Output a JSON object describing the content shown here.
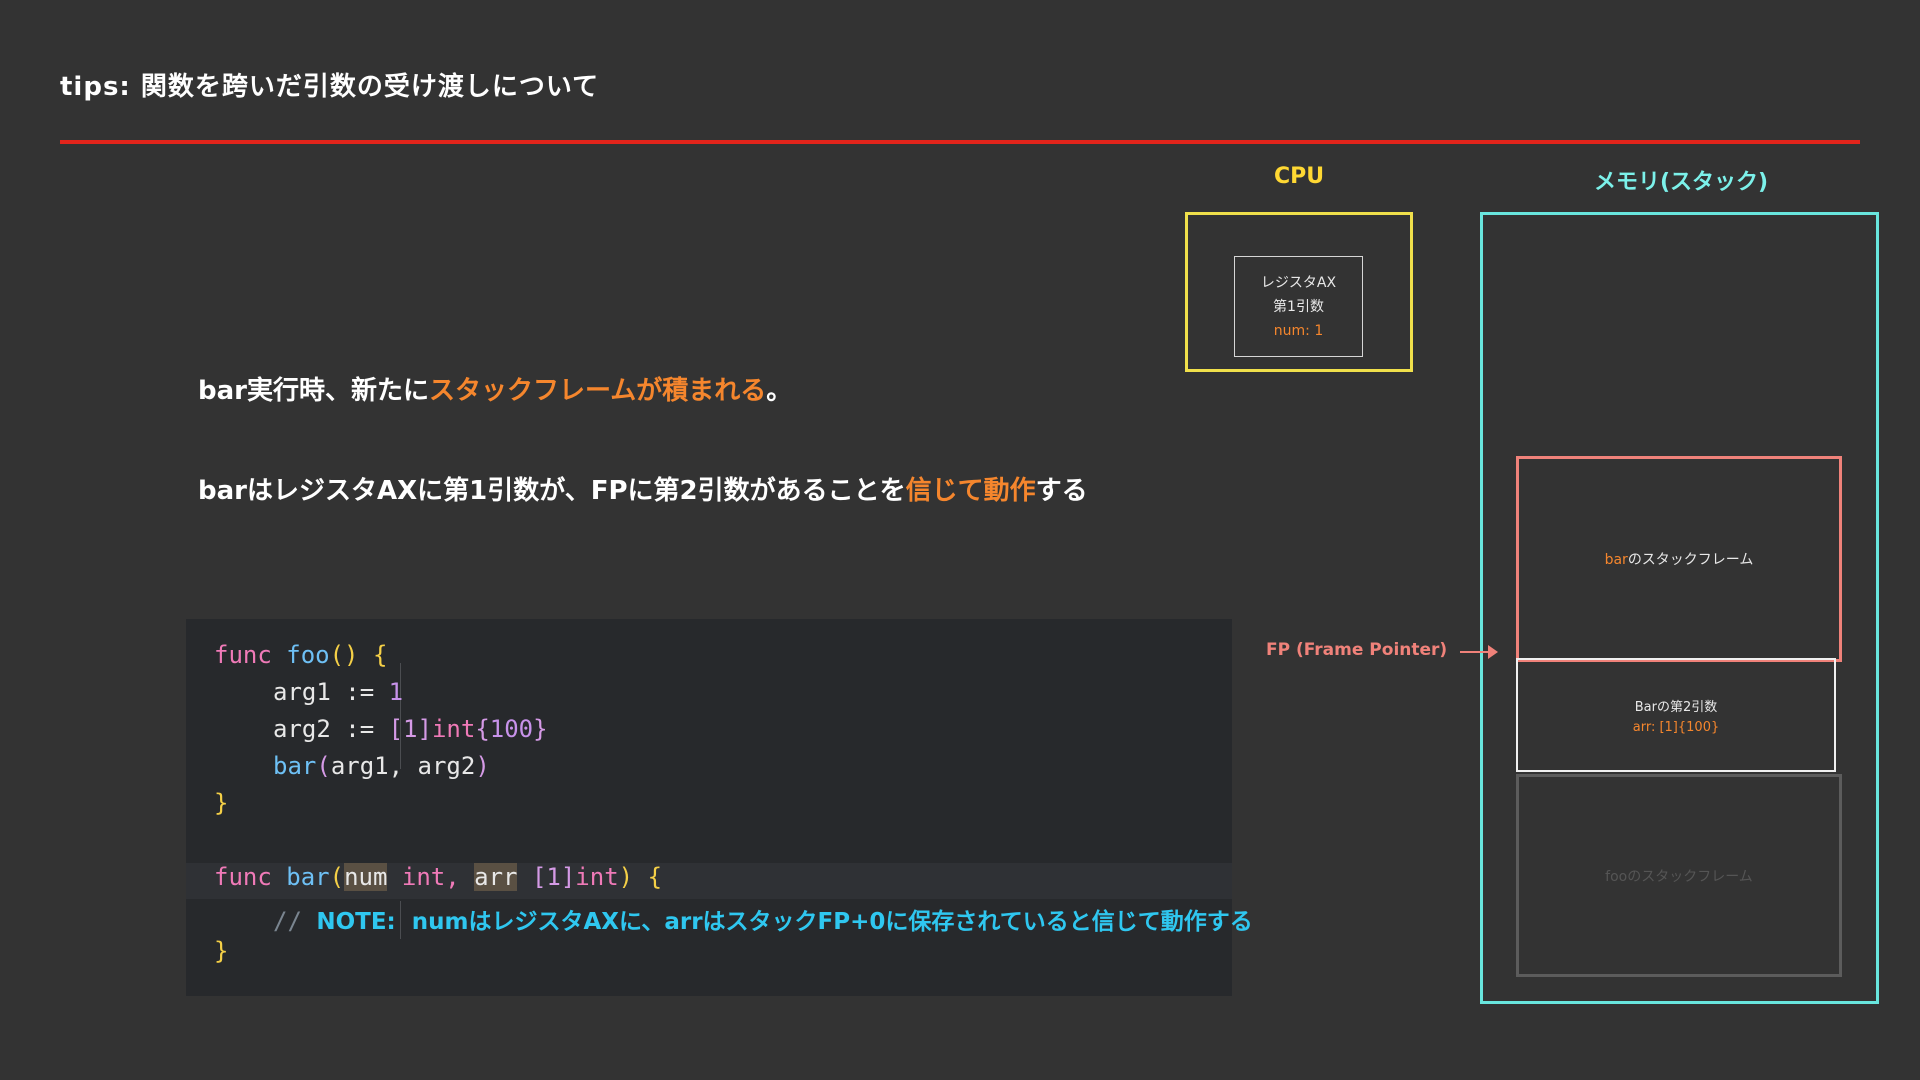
{
  "title": "tips: 関数を跨いだ引数の受け渡しについて",
  "labels": {
    "cpu": "CPU",
    "memory": "メモリ(スタック)"
  },
  "register": {
    "name": "レジスタAX",
    "desc": "第1引数",
    "value": "num: 1"
  },
  "statement1": {
    "prefix": "bar実行時、新たに",
    "highlight": "スタックフレームが積まれる",
    "suffix": "。"
  },
  "statement2": {
    "prefix": "barはレジスタAXに第1引数が、FPに第2引数があることを",
    "highlight": "信じて動作",
    "suffix": "する"
  },
  "code": {
    "l1_kw": "func",
    "l1_name": "foo",
    "l1_paren": "()",
    "l1_brace": "{",
    "l2_var": "arg1",
    "l2_op": ":=",
    "l2_val": "1",
    "l3_var": "arg2",
    "l3_op": ":=",
    "l3_arr": "[1]",
    "l3_type": "int",
    "l3_lb": "{",
    "l3_val": "100",
    "l3_rb": "}",
    "l4_call": "bar",
    "l4_lp": "(",
    "l4_args": "arg1, arg2",
    "l4_rp": ")",
    "l5_brace": "}",
    "l6_kw": "func",
    "l6_name": "bar",
    "l6_lp": "(",
    "l6_p1": "num",
    "l6_t1": "int,",
    "l6_p2": "arr",
    "l6_arr": "[1]",
    "l6_t2": "int",
    "l6_rp": ")",
    "l6_brace": "{",
    "l7_comment": "//",
    "l7_note": "NOTE:  numはレジスタAXに、arrはスタックFP+0に保存されていると信じて動作する",
    "l8_brace": "}"
  },
  "memory": {
    "bar_frame_name": "bar",
    "bar_frame_suffix": "のスタックフレーム",
    "arg_title": "Barの第2引数",
    "arg_value": "arr: [1]{100}",
    "foo_frame": "fooのスタックフレーム"
  },
  "fp_label": "FP (Frame Pointer)",
  "colors": {
    "accent_orange": "#f5862d",
    "cpu_yellow": "#f0e04b",
    "memory_cyan": "#69e6de",
    "frame_red": "#f0827a",
    "rule_red": "#e3241b"
  }
}
